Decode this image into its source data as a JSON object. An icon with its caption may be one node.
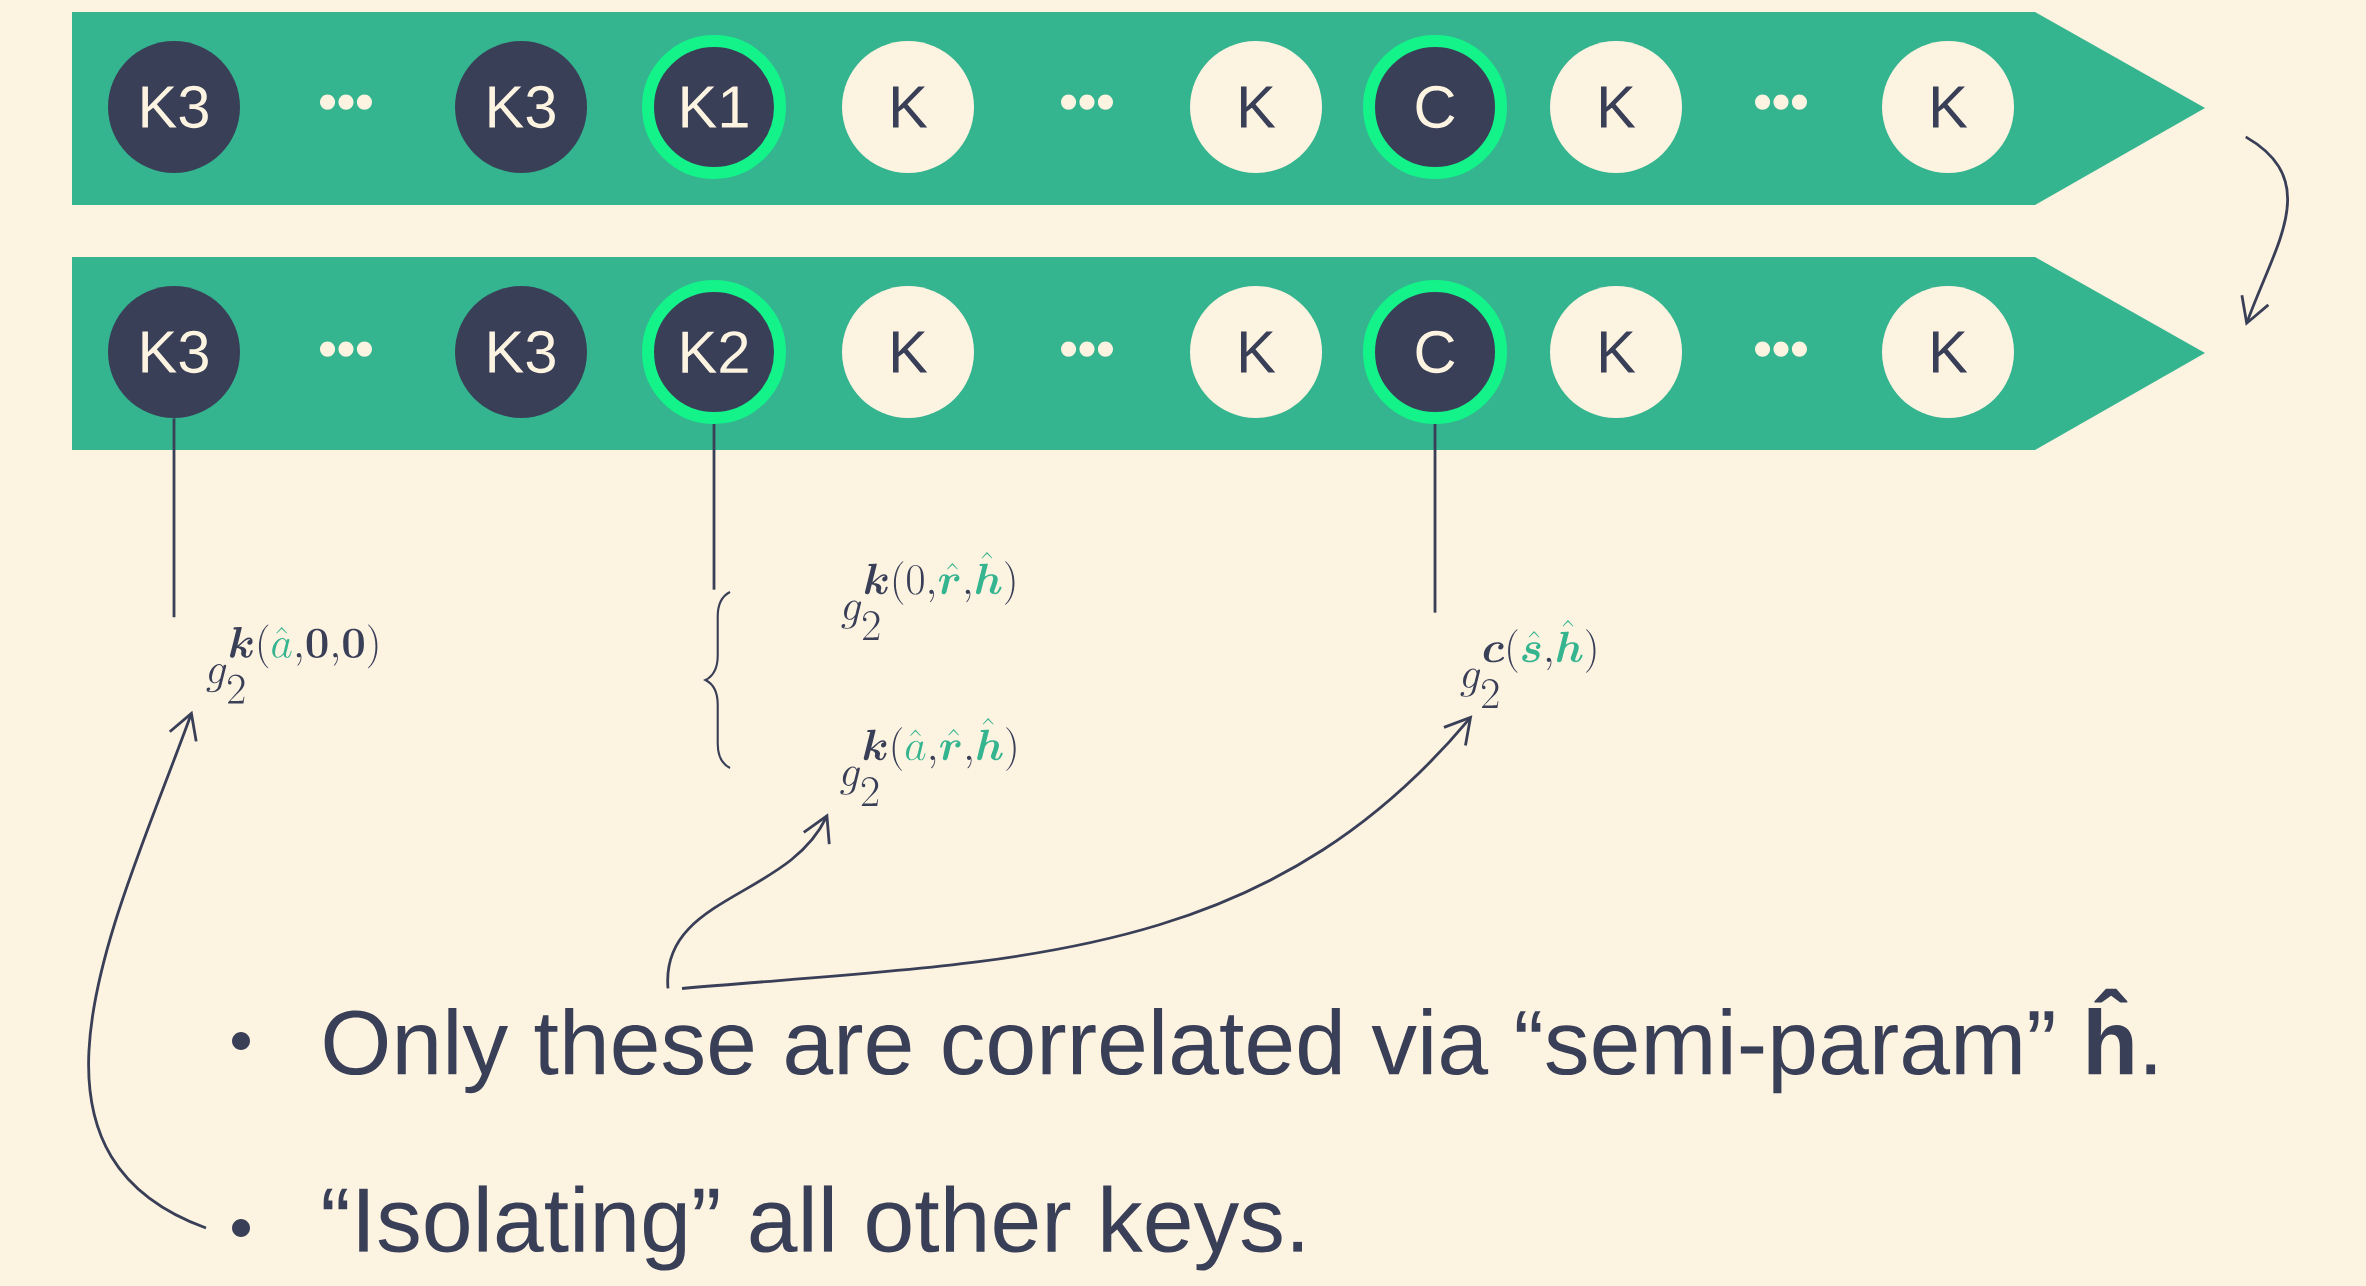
{
  "diagram": {
    "nodes": [
      {
        "text": [],
        "shape": "bar"
      },
      {
        "text": [
          "K3"
        ],
        "in": 0
      },
      {
        "text": [
          "K3"
        ],
        "in": 0
      },
      {
        "text": [
          "K1"
        ],
        "in": 0
      },
      {
        "text": [
          "K"
        ],
        "in": 0
      },
      {
        "text": [
          "K"
        ],
        "in": 0
      },
      {
        "text": [
          "C"
        ],
        "in": 0
      },
      {
        "text": [
          "K"
        ],
        "in": 0
      },
      {
        "text": [
          "K"
        ],
        "in": 0
      },
      {
        "text": [],
        "shape": "bar"
      },
      {
        "text": [
          "K3"
        ],
        "in": 9
      },
      {
        "text": [
          "K3"
        ],
        "in": 9
      },
      {
        "text": [
          "K2"
        ],
        "in": 9
      },
      {
        "text": [
          "K"
        ],
        "in": 9
      },
      {
        "text": [
          "K"
        ],
        "in": 9
      },
      {
        "text": [
          "C"
        ],
        "in": 9
      },
      {
        "text": [
          "K"
        ],
        "in": 9
      },
      {
        "text": [
          "K"
        ],
        "in": 9
      },
      {
        "text": [
          "g_{2}^{\\bm{k}(\\textcolor[HTML]{34B48F}{\\hat{a}},\\bm{0},\\bm{0})}"
        ]
      },
      {
        "text": [],
        "shape": "brace"
      },
      {
        "text": [
          "g_{2}^{\\bm{k}(0,\\textcolor[HTML]{34B48F}{\\hat{\\bm{r}}},\\textcolor[HTML]{34B48F}{\\hat{\\bm{h}}})}"
        ]
      },
      {
        "text": [
          "g_{2}^{\\bm{k}(\\textcolor[HTML]{34B48F}{\\hat{a}},\\textcolor[HTML]{34B48F}{\\hat{\\bm{r}}},\\textcolor[HTML]{34B48F}{\\hat{\\bm{h}}})}"
        ]
      },
      {
        "text": [
          "g_{2}^{\\bm{c}(\\textcolor[HTML]{34B48F}{\\hat{\\bm{s}}},\\textcolor[HTML]{34B48F}{\\hat{\\bm{h}}})}"
        ]
      },
      {
        "text": [
          "Only these are correlated via “semi-param” **ĥ**."
        ]
      },
      {
        "text": [
          "“Isolating” all other keys."
        ]
      }
    ],
    "edges": [
      {
        "from": 0,
        "to": 9,
        "arrow": "to"
      },
      {
        "from": 10,
        "to": 18,
        "arrow": "none"
      },
      {
        "from": 12,
        "to": 19,
        "arrow": "none"
      },
      {
        "from": 15,
        "to": 22,
        "arrow": "none"
      },
      {
        "from": 23,
        "to": 21,
        "arrow": "to"
      },
      {
        "from": 23,
        "to": 22,
        "arrow": "to"
      },
      {
        "from": 24,
        "to": 18,
        "arrow": "to"
      }
    ],
    "labels": [
      "•••",
      "•••",
      "•••",
      "•••",
      "•••",
      "•••"
    ]
  }
}
